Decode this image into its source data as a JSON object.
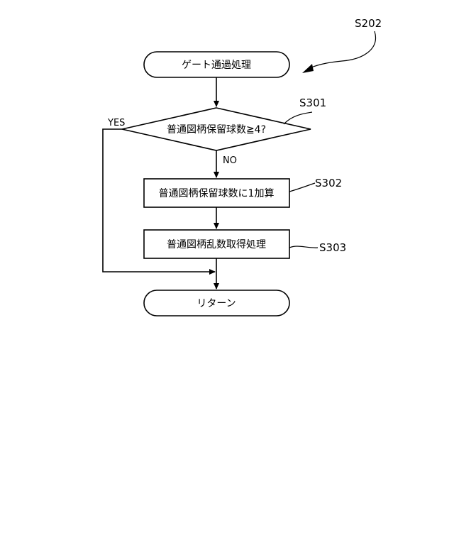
{
  "figure_ref": "S202",
  "nodes": {
    "start": "ゲート通過処理",
    "decision": "普通図柄保留球数≧4?",
    "process1": "普通図柄保留球数に1加算",
    "process2": "普通図柄乱数取得処理",
    "end": "リターン"
  },
  "steps": {
    "decision": "S301",
    "process1": "S302",
    "process2": "S303"
  },
  "branches": {
    "yes": "YES",
    "no": "NO"
  }
}
